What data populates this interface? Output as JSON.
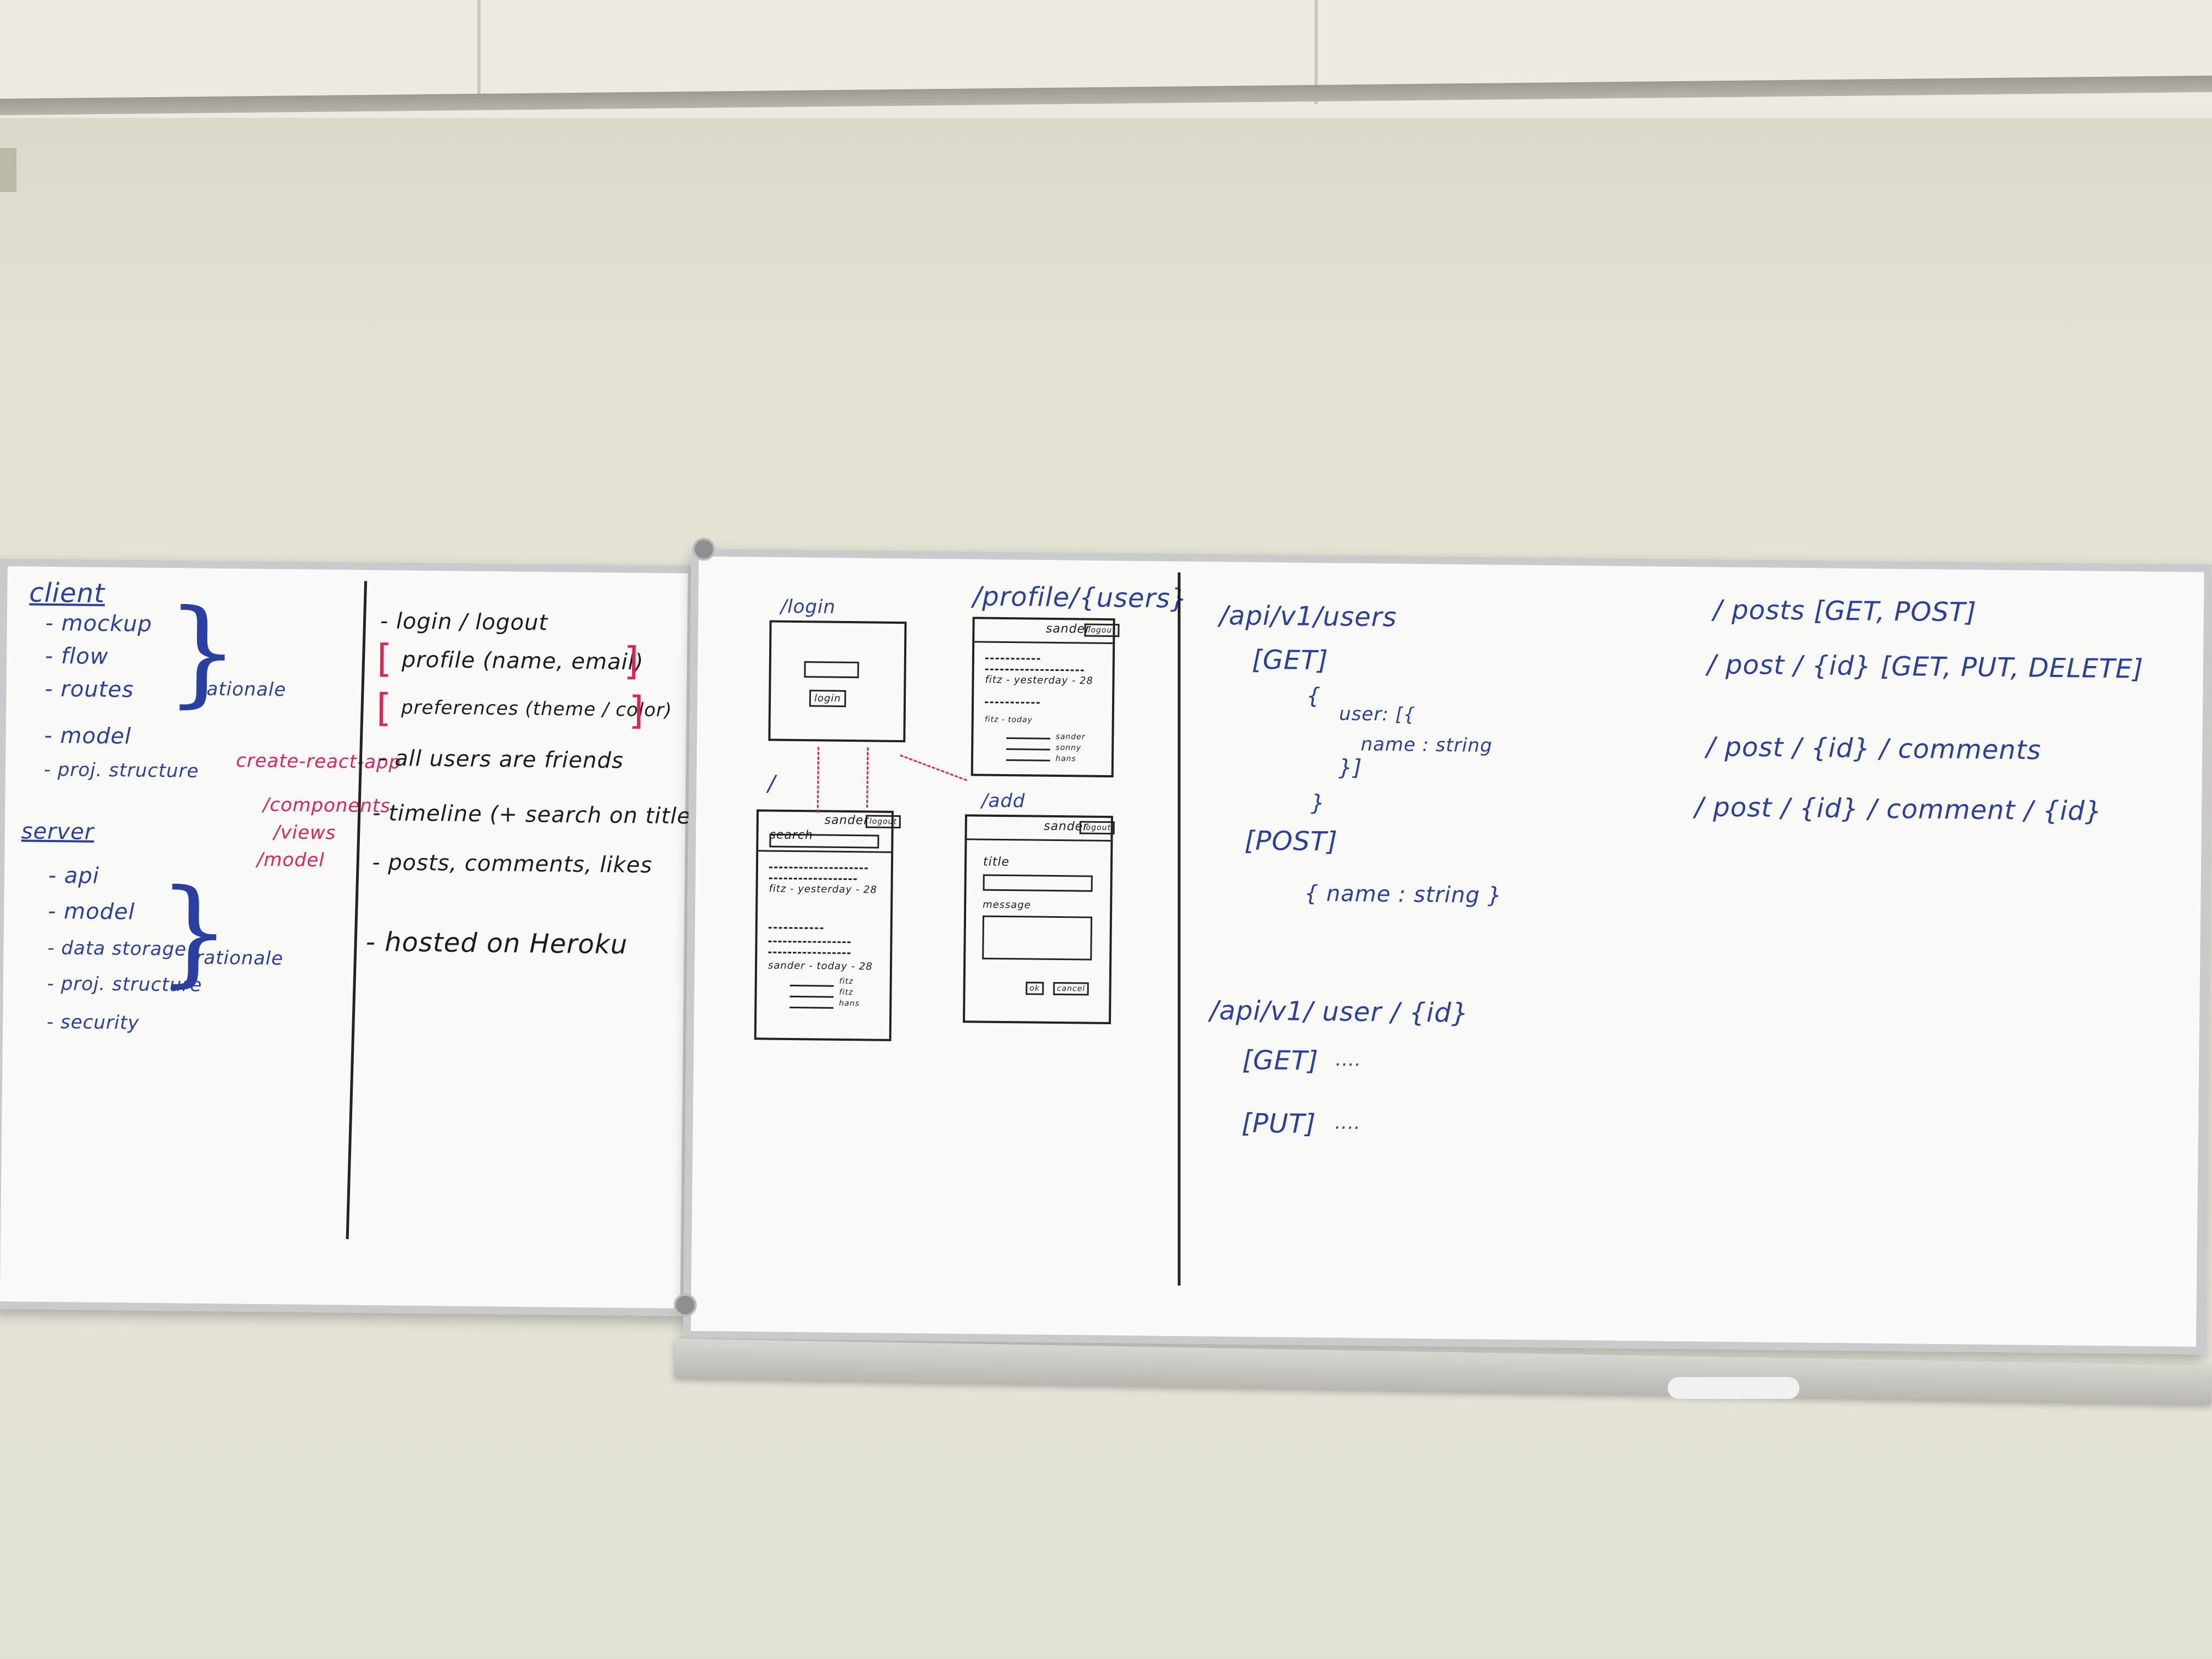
{
  "client": {
    "heading": "client",
    "items": [
      "- mockup",
      "- flow",
      "- routes",
      "- model",
      "- proj. structure"
    ],
    "brace_label": "rationale"
  },
  "server": {
    "heading": "server",
    "items": [
      "- api",
      "- model",
      "- data storage",
      "- proj. structure",
      "- security"
    ],
    "brace_label": "rationale"
  },
  "cra": {
    "title": "create-react-app",
    "items": [
      "/components",
      "/views",
      "/model"
    ]
  },
  "features": [
    "- login / logout",
    "profile (name, email)",
    "preferences (theme / color)",
    "- all users are friends",
    "- timeline (+ search on title )",
    "- posts, comments, likes",
    "- hosted on Heroku"
  ],
  "mockups": {
    "login": {
      "route": "/login",
      "button": "login"
    },
    "profile": {
      "route": "/profile/{users}",
      "user": "sander",
      "logout": "logout",
      "entry1": "fitz - yesterday - 28",
      "entry2": "fitz - today",
      "commenters": [
        "sander",
        "sonny",
        "hans"
      ]
    },
    "home": {
      "route": "/",
      "search": "search",
      "user": "sander",
      "logout": "logout",
      "entry1": "fitz - yesterday - 28",
      "entry2": "sander - today - 28",
      "commenters": [
        "fitz",
        "fitz",
        "hans"
      ]
    },
    "add": {
      "route": "/add",
      "user": "sander",
      "logout": "logout",
      "title_label": "title",
      "message_label": "message",
      "ok": "ok",
      "cancel": "cancel"
    }
  },
  "api_users": {
    "route": "/api/v1/users",
    "get": "[GET]",
    "open": "{",
    "user_key": "user: [{",
    "name_key": "name : string",
    "close_inner": "}]",
    "close": "}",
    "post": "[POST]",
    "post_body": "{ name : string }"
  },
  "api_user": {
    "route": "/api/v1/ user / {id}",
    "get": "[GET]",
    "put": "[PUT]",
    "ellipsis": "...."
  },
  "posts_routes": [
    "/ posts   [GET, POST]",
    "/ post / {id}  [GET, PUT, DELETE]",
    "/ post / {id} / comments",
    "/ post / {id} / comment / {id}"
  ]
}
